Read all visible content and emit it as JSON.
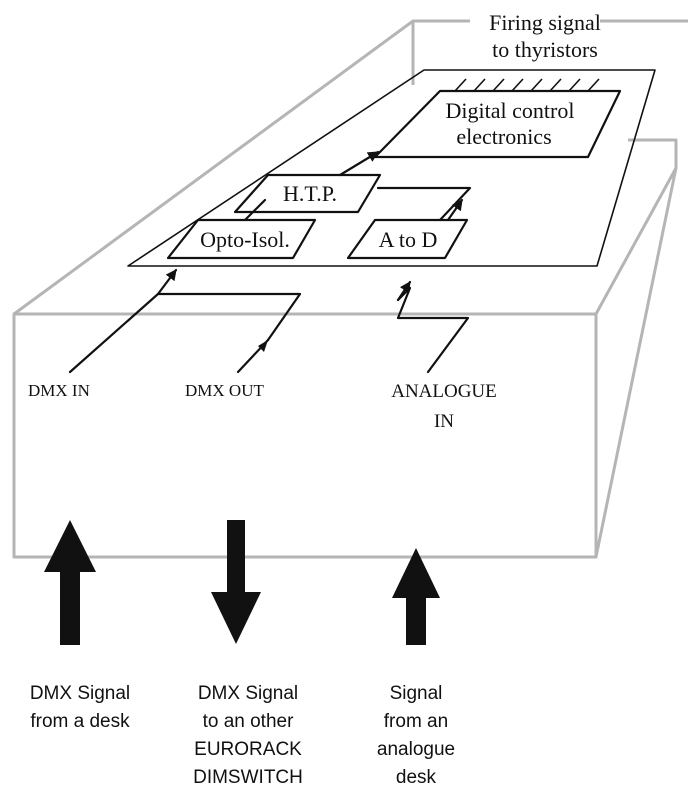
{
  "diagram": {
    "firing_signal": [
      "Firing signal",
      "to thyristors"
    ],
    "blocks": {
      "digital_control": [
        "Digital control",
        "electronics"
      ],
      "htp": "H.T.P.",
      "opto": "Opto-Isol.",
      "atod": "A to D"
    },
    "ports": {
      "dmx_in": "DMX IN",
      "dmx_out": "DMX OUT",
      "analogue_in": [
        "ANALOGUE",
        "IN"
      ]
    },
    "captions": {
      "from_desk": [
        "DMX Signal",
        "from a desk"
      ],
      "to_eurorack": [
        "DMX Signal",
        "to an other",
        "EURORACK",
        "DIMSWITCH"
      ],
      "analogue_desk": [
        "Signal",
        "from an",
        "analogue",
        "desk"
      ]
    }
  }
}
